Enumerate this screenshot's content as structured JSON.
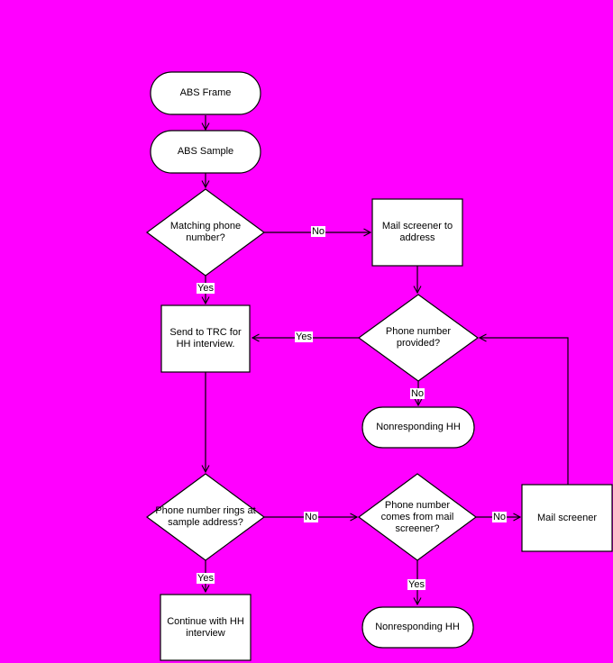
{
  "colors": {
    "background": "#FF00FF",
    "shape_fill": "#FFFFFF",
    "shape_border": "#000000",
    "text": "#000000",
    "edge_label_background": "#FFFFFF"
  },
  "diagram": {
    "type": "flowchart",
    "nodes": [
      {
        "id": "abs-frame",
        "shape": "terminator",
        "label": "ABS Frame"
      },
      {
        "id": "abs-sample",
        "shape": "terminator",
        "label": "ABS Sample"
      },
      {
        "id": "matching-phone-number",
        "shape": "decision",
        "label": "Matching phone number?"
      },
      {
        "id": "mail-screener-to-address",
        "shape": "process",
        "label": "Mail screener to address"
      },
      {
        "id": "send-to-trc",
        "shape": "process",
        "label": "Send to TRC for HH interview."
      },
      {
        "id": "phone-number-provided",
        "shape": "decision",
        "label": "Phone number provided?"
      },
      {
        "id": "nonresponding-hh-upper",
        "shape": "terminator",
        "label": "Nonresponding HH"
      },
      {
        "id": "phone-number-rings",
        "shape": "decision",
        "label": "Phone number rings at sample address?"
      },
      {
        "id": "phone-number-from-mail-screener",
        "shape": "decision",
        "label": "Phone number comes from mail screener?"
      },
      {
        "id": "mail-screener",
        "shape": "process",
        "label": "Mail screener"
      },
      {
        "id": "continue-with-hh-interview",
        "shape": "process",
        "label": "Continue with HH interview"
      },
      {
        "id": "nonresponding-hh-lower",
        "shape": "terminator",
        "label": "Nonresponding HH"
      }
    ],
    "edges": [
      {
        "from": "abs-frame",
        "to": "abs-sample",
        "label": ""
      },
      {
        "from": "abs-sample",
        "to": "matching-phone-number",
        "label": ""
      },
      {
        "from": "matching-phone-number",
        "to": "mail-screener-to-address",
        "label": "No"
      },
      {
        "from": "matching-phone-number",
        "to": "send-to-trc",
        "label": "Yes"
      },
      {
        "from": "mail-screener-to-address",
        "to": "phone-number-provided",
        "label": ""
      },
      {
        "from": "phone-number-provided",
        "to": "send-to-trc",
        "label": "Yes"
      },
      {
        "from": "phone-number-provided",
        "to": "nonresponding-hh-upper",
        "label": "No"
      },
      {
        "from": "send-to-trc",
        "to": "phone-number-rings",
        "label": ""
      },
      {
        "from": "phone-number-rings",
        "to": "phone-number-from-mail-screener",
        "label": "No"
      },
      {
        "from": "phone-number-rings",
        "to": "continue-with-hh-interview",
        "label": "Yes"
      },
      {
        "from": "phone-number-from-mail-screener",
        "to": "mail-screener",
        "label": "No"
      },
      {
        "from": "phone-number-from-mail-screener",
        "to": "nonresponding-hh-lower",
        "label": "Yes"
      },
      {
        "from": "mail-screener",
        "to": "phone-number-provided",
        "label": ""
      }
    ]
  }
}
